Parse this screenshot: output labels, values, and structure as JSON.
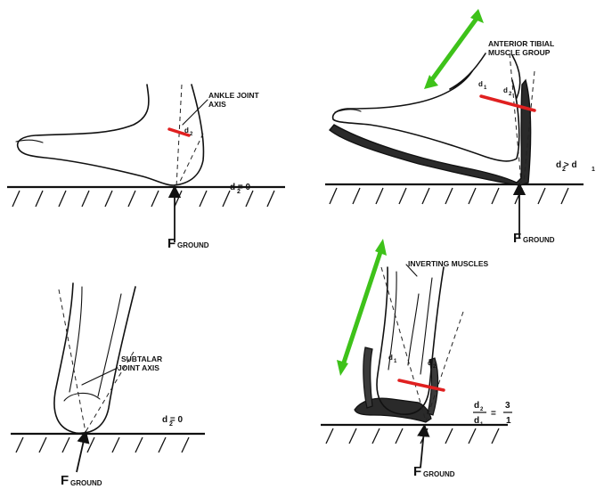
{
  "panels": {
    "top_left": {
      "axis_label_line1": "ANKLE JOINT",
      "axis_label_line2": "AXIS",
      "d_label": "d",
      "d_sub": "2",
      "equation": "d  = 0",
      "equation_sub": "2",
      "force_main": "F",
      "force_sub": "GROUND"
    },
    "top_right": {
      "muscle_line1": "ANTERIOR TIBIAL",
      "muscle_line2": "MUSCLE GROUP",
      "d1_label": "d",
      "d1_sub": "1",
      "d2_label": "d",
      "d2_sub": "2",
      "equation": "d  > d",
      "equation_sub_a": "2",
      "equation_sub_b": "1",
      "force_main": "F",
      "force_sub": "GROUND"
    },
    "bottom_left": {
      "axis_label_line1": "SUBTALAR",
      "axis_label_line2": "JOINT AXIS",
      "equation": "d  = 0",
      "equation_sub": "2",
      "force_main": "F",
      "force_sub": "GROUND"
    },
    "bottom_right": {
      "muscle_label": "INVERTING MUSCLES",
      "d1_label": "d",
      "d1_sub": "1",
      "d2_label": "d",
      "d2_sub": "2",
      "ratio_num": "d",
      "ratio_num_sub": "2",
      "ratio_den": "d",
      "ratio_den_sub": "1",
      "ratio_eq": "=",
      "ratio_val_num": "3",
      "ratio_val_den": "1",
      "force_main": "F",
      "force_sub": "GROUND"
    }
  },
  "colors": {
    "lever_arm": "#e02020",
    "motion_arrow": "#3ec21a",
    "ink": "#111111"
  }
}
